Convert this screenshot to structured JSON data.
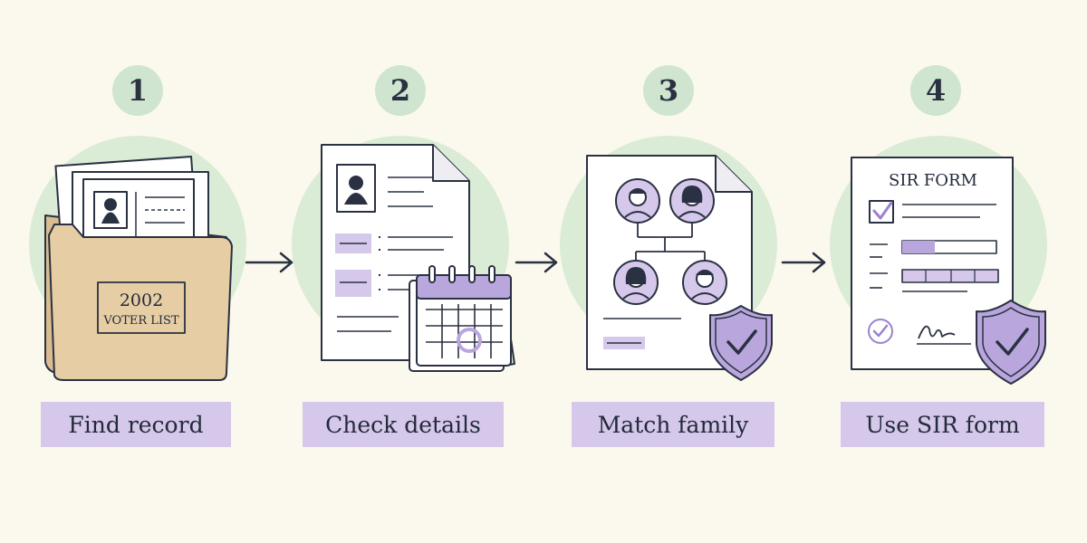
{
  "steps": [
    {
      "number": "1",
      "label": "Find record",
      "icon": "folder-icon",
      "folder_year": "2002",
      "folder_title": "VOTER LIST"
    },
    {
      "number": "2",
      "label": "Check details",
      "icon": "document-calendar-icon"
    },
    {
      "number": "3",
      "label": "Match family",
      "icon": "family-tree-icon"
    },
    {
      "number": "4",
      "label": "Use SIR form",
      "icon": "form-shield-icon",
      "form_title": "SIR FORM"
    }
  ],
  "colors": {
    "background": "#fbf9ed",
    "circle": "#dbecd6",
    "badge": "#cfe5cf",
    "label": "#d5c8ea",
    "accent": "#b9a6dd",
    "ink": "#2a3142"
  }
}
